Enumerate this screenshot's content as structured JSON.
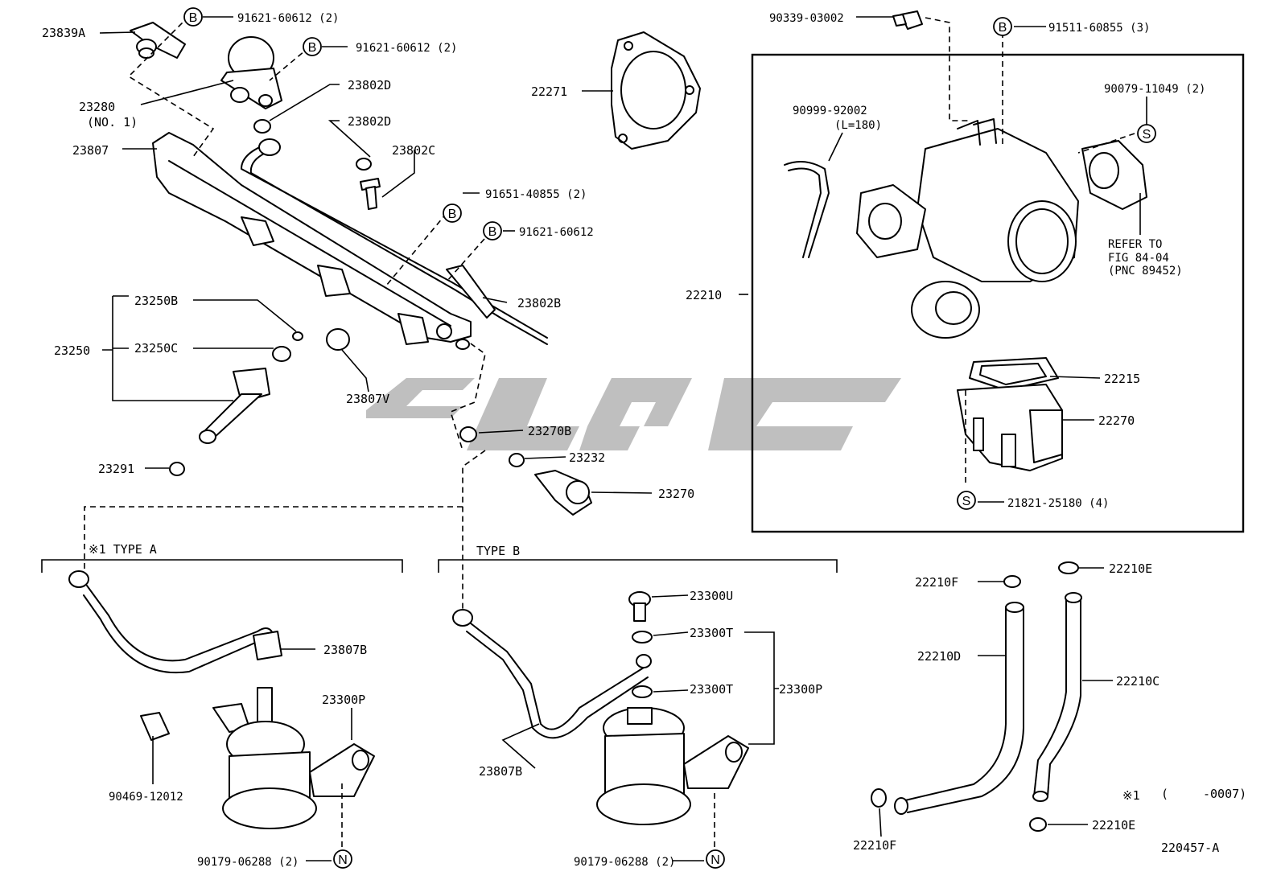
{
  "part_labels": {
    "p23839A": "23839A",
    "b1": "91621-60612 (2)",
    "b2": "91621-60612 (2)",
    "p23280": "23280",
    "p23280sub": "(NO. 1)",
    "p23802D_1": "23802D",
    "p23802D_2": "23802D",
    "p23802C": "23802C",
    "p23807": "23807",
    "b3": "91651-40855 (2)",
    "b4": "91621-60612",
    "p23802B": "23802B",
    "p23250B": "23250B",
    "p23250": "23250",
    "p23250C": "23250C",
    "p23807V": "23807V",
    "p23291": "23291",
    "p23270B": "23270B",
    "p23232": "23232",
    "p23270": "23270",
    "p22271": "22271",
    "p90339": "90339-03002",
    "b5": "91511-60855 (3)",
    "p90999": "90999-92002",
    "p90999sub": "(L=180)",
    "s1": "90079-11049 (2)",
    "refer1": "REFER TO",
    "refer2": "FIG 84-04",
    "refer3": "(PNC 89452)",
    "p22210": "22210",
    "p22215": "22215",
    "p22270": "22270",
    "s2": "21821-25180 (4)",
    "typeA": "※1 TYPE A",
    "typeB": "TYPE B",
    "p23807B_a": "23807B",
    "p23807B_b": "23807B",
    "p23300P_a": "23300P",
    "p23300P_b": "23300P",
    "p90469": "90469-12012",
    "n1": "90179-06288 (2)",
    "n2": "90179-06288 (2)",
    "p23300U": "23300U",
    "p23300T_1": "23300T",
    "p23300T_2": "23300T",
    "p22210F_1": "22210F",
    "p22210E_1": "22210E",
    "p22210D": "22210D",
    "p22210C": "22210C",
    "p22210F_2": "22210F",
    "p22210E_2": "22210E",
    "note1": "※1",
    "note_paren_open": "(",
    "note_range": "-0007)",
    "fig_code": "220457-A"
  },
  "markers": {
    "B": "B",
    "S": "S",
    "N": "N"
  }
}
